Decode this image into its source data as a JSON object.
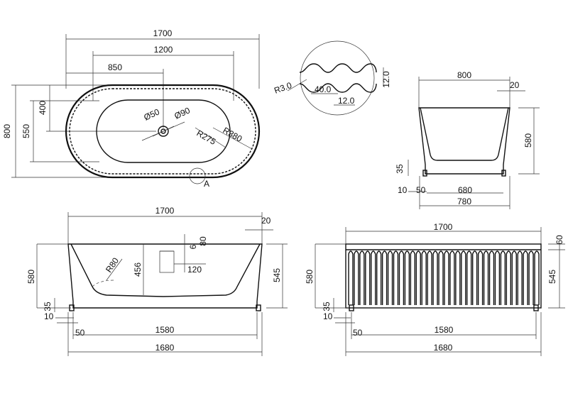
{
  "top_view": {
    "width": "1700",
    "inner_length": "1200",
    "drain_offset": "850",
    "depth": "800",
    "inner_depth": "550",
    "half_inner": "400",
    "drain_dia": "Ø50",
    "overflow_dia": "Ø90",
    "radius_inner": "R275",
    "radius_outer": "R380",
    "detail_label": "A"
  },
  "detail": {
    "radius": "R3.0",
    "pitch": "40.0",
    "height": "12.0",
    "width": "12.0"
  },
  "side_view": {
    "top": "800",
    "rim": "20",
    "height": "580",
    "foot": "35",
    "foot_offset": "10",
    "base_inset": "50",
    "base_inner": "680",
    "base_outer": "780"
  },
  "front_view": {
    "top": "1700",
    "rim": "20",
    "height": "580",
    "inner_height": "545",
    "radius": "R80",
    "depth": "456",
    "overflow_h": "80",
    "overflow_w": "120",
    "overflow_small": "6",
    "foot": "35",
    "foot_offset": "10",
    "base_inset": "50",
    "base_inner": "1580",
    "base_outer": "1680"
  },
  "fluted_view": {
    "top": "1700",
    "rim": "60",
    "height": "580",
    "inner_height": "545",
    "foot": "35",
    "foot_offset": "10",
    "base_inset": "50",
    "base_inner": "1580",
    "base_outer": "1680"
  }
}
